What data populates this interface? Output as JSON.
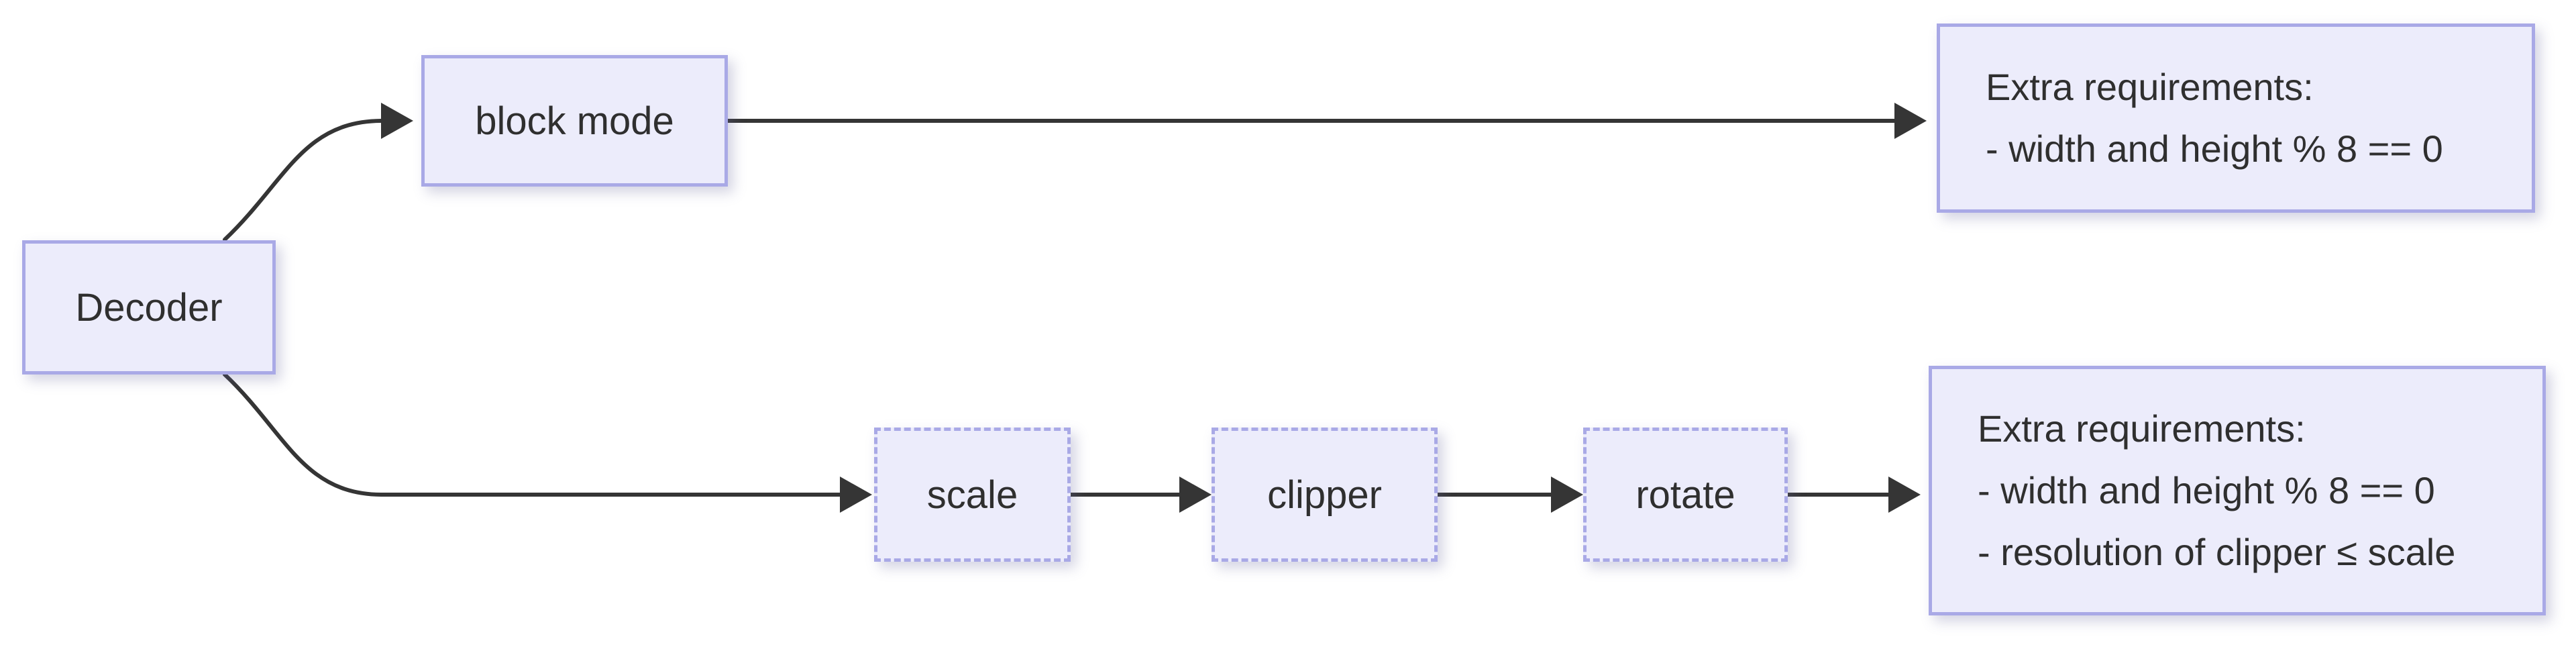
{
  "diagram": {
    "type": "flowchart",
    "direction": "left-to-right",
    "background_color": "#ffffff",
    "colors": {
      "node_fill": "#ececfb",
      "node_border": "#a9a9e6",
      "edge_line": "#353535",
      "text": "#2f2f2f"
    },
    "nodes": {
      "decoder": {
        "label": "Decoder",
        "border_style": "solid"
      },
      "block_mode": {
        "label": "block mode",
        "border_style": "solid"
      },
      "scale": {
        "label": "scale",
        "border_style": "dashed"
      },
      "clipper": {
        "label": "clipper",
        "border_style": "dashed"
      },
      "rotate": {
        "label": "rotate",
        "border_style": "dashed"
      },
      "req_block": {
        "border_style": "solid",
        "lines": [
          "Extra requirements:",
          "- width and height % 8 == 0"
        ]
      },
      "req_filters": {
        "border_style": "solid",
        "lines": [
          "Extra requirements:",
          "- width and height % 8 == 0",
          "- resolution of clipper ≤ scale"
        ]
      }
    },
    "edges": [
      {
        "from": "decoder",
        "to": "block_mode"
      },
      {
        "from": "block_mode",
        "to": "req_block"
      },
      {
        "from": "decoder",
        "to": "scale"
      },
      {
        "from": "scale",
        "to": "clipper"
      },
      {
        "from": "clipper",
        "to": "rotate"
      },
      {
        "from": "rotate",
        "to": "req_filters"
      }
    ]
  }
}
